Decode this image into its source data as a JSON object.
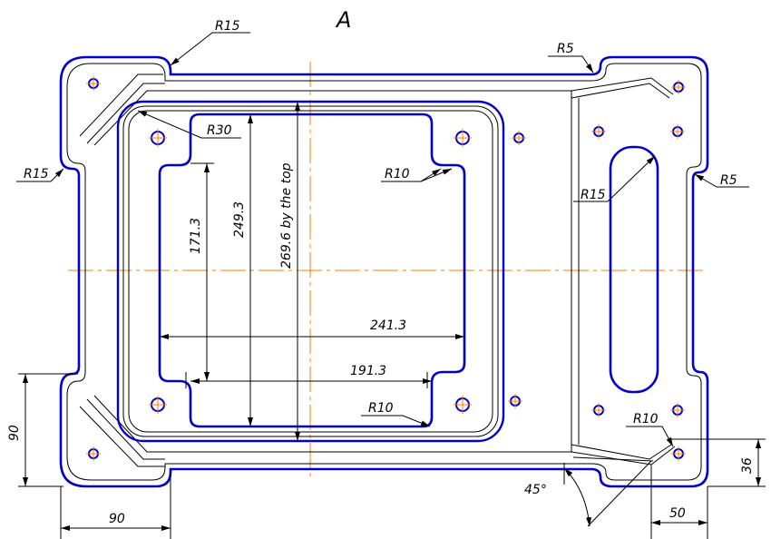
{
  "view_label": "A",
  "colors": {
    "contour": "#0000cc",
    "line": "#000000",
    "center": "#ff7f00"
  },
  "callouts": {
    "r15_top": "R15",
    "r15_left": "R15",
    "r5_top": "R5",
    "r5_right": "R5",
    "r30": "R30",
    "r10_upper": "R10",
    "r10_lower": "R10",
    "r10_bottom_right": "R10",
    "r15_slot": "R15"
  },
  "dimensions": {
    "d_171": "171.3",
    "d_249": "249.3",
    "d_269": "269.6 by the top",
    "d_241": "241.3",
    "d_191": "191.3",
    "d_90_vertical": "90",
    "d_90_horizontal": "90",
    "d_45": "45°",
    "d_36": "36",
    "d_50": "50"
  }
}
